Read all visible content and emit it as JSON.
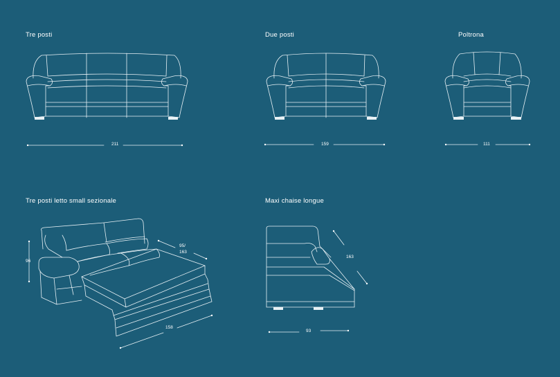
{
  "sections": {
    "tre_posti": {
      "title": "Tre posti",
      "width": "211"
    },
    "due_posti": {
      "title": "Due posti",
      "width": "159"
    },
    "poltrona": {
      "title": "Poltrona",
      "width": "111"
    },
    "letto": {
      "title": "Tre posti letto small sezionale",
      "height": "96",
      "depth_a": "95/",
      "depth_b": "163",
      "length": "158"
    },
    "chaise": {
      "title": "Maxi chaise longue",
      "depth": "163",
      "width": "93"
    }
  },
  "colors": {
    "background": "#1c5d78",
    "line": "#e8f1f5"
  }
}
